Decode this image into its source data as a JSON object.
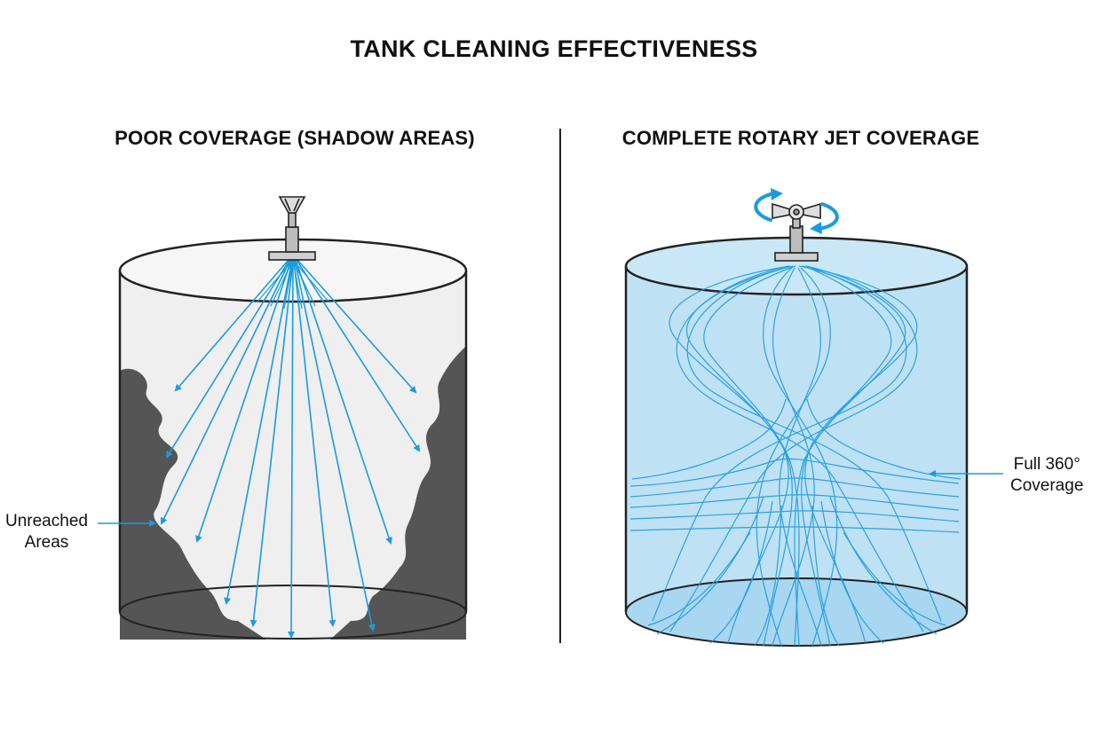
{
  "title": "TANK CLEANING EFFECTIVENESS",
  "left_panel": {
    "heading": "POOR COVERAGE (SHADOW AREAS)",
    "callout": [
      "Unreached",
      "Areas"
    ]
  },
  "right_panel": {
    "heading": "COMPLETE ROTARY JET COVERAGE",
    "callout": [
      "Full 360°",
      "Coverage"
    ]
  },
  "colors": {
    "jet": "#1a9be0",
    "shadow": "#555555",
    "tank_fill_left": "#efefef",
    "tank_fill_right": "#bfe1f4",
    "outline": "#222222"
  },
  "icons": [
    "fixed-spray-nozzle-icon",
    "rotary-jet-head-icon",
    "rotation-arrows-icon"
  ]
}
